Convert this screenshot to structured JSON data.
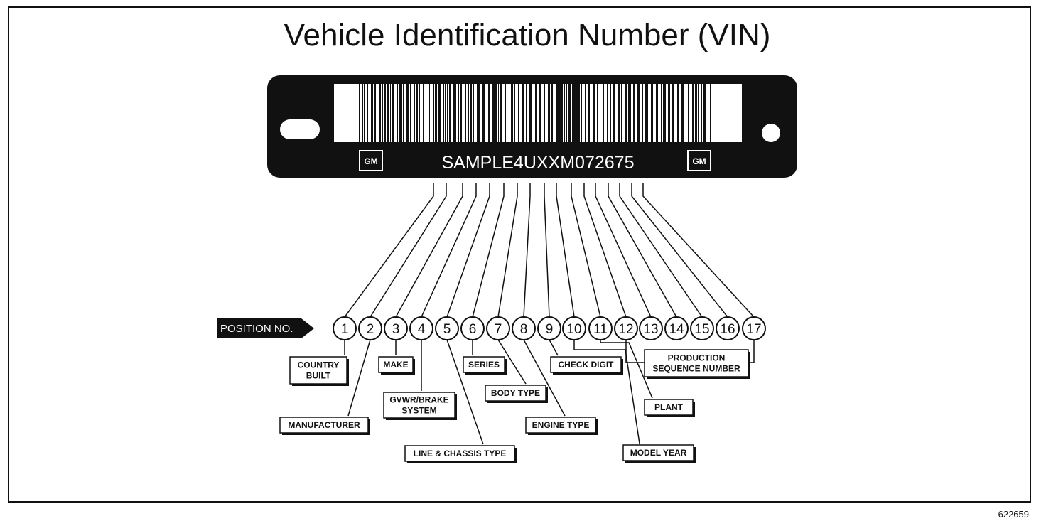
{
  "title": "Vehicle Identification Number (VIN)",
  "figure_id": "622659",
  "plate": {
    "vin": "SAMPLE4UXXM072675",
    "logo_left": "GM",
    "logo_right": "GM"
  },
  "position_label": "POSITION NO.",
  "positions": [
    "1",
    "2",
    "3",
    "4",
    "5",
    "6",
    "7",
    "8",
    "9",
    "10",
    "11",
    "12",
    "13",
    "14",
    "15",
    "16",
    "17"
  ],
  "callouts": [
    {
      "id": "country-built",
      "lines": [
        "COUNTRY",
        "BUILT"
      ],
      "positions": [
        1
      ]
    },
    {
      "id": "manufacturer",
      "lines": [
        "MANUFACTURER"
      ],
      "positions": [
        2
      ]
    },
    {
      "id": "make",
      "lines": [
        "MAKE"
      ],
      "positions": [
        3
      ]
    },
    {
      "id": "gvwr-brake-system",
      "lines": [
        "GVWR/BRAKE",
        "SYSTEM"
      ],
      "positions": [
        4
      ]
    },
    {
      "id": "line-chassis-type",
      "lines": [
        "LINE & CHASSIS TYPE"
      ],
      "positions": [
        5
      ]
    },
    {
      "id": "series",
      "lines": [
        "SERIES"
      ],
      "positions": [
        6
      ]
    },
    {
      "id": "body-type",
      "lines": [
        "BODY TYPE"
      ],
      "positions": [
        7
      ]
    },
    {
      "id": "engine-type",
      "lines": [
        "ENGINE TYPE"
      ],
      "positions": [
        8
      ]
    },
    {
      "id": "check-digit",
      "lines": [
        "CHECK DIGIT"
      ],
      "positions": [
        9
      ]
    },
    {
      "id": "model-year",
      "lines": [
        "MODEL YEAR"
      ],
      "positions": [
        10
      ]
    },
    {
      "id": "plant",
      "lines": [
        "PLANT"
      ],
      "positions": [
        11
      ]
    },
    {
      "id": "production-sequence-number",
      "lines": [
        "PRODUCTION",
        "SEQUENCE NUMBER"
      ],
      "positions": [
        12,
        17
      ]
    }
  ],
  "colors": {
    "ink": "#111111",
    "plate": "#111111",
    "paper": "#ffffff"
  }
}
